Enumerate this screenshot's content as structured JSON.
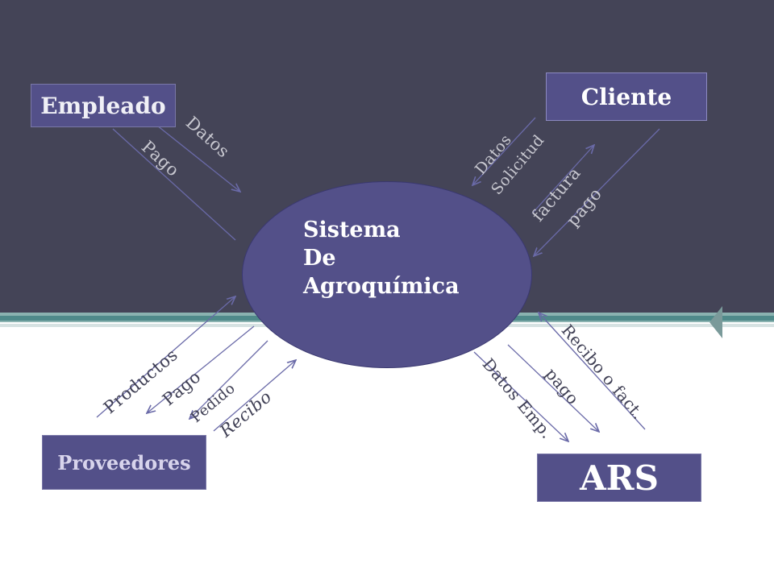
{
  "entities": {
    "empleado": "Empleado",
    "cliente": "Cliente",
    "proveedores": "Proveedores",
    "ars": "ARS"
  },
  "center": {
    "line1": "Sistema",
    "line2": "De",
    "line3": "Agroquímica"
  },
  "flows": {
    "empleado_datos": "Datos",
    "empleado_pago": "Pago",
    "cliente_datos": "Datos",
    "cliente_solicitud": "Solicitud",
    "cliente_factura": "factura",
    "cliente_pago": "pago",
    "prov_productos": "Productos",
    "prov_pago": "Pago",
    "prov_pedido": "Pedido",
    "prov_recibo": "Recibo",
    "ars_recibo": "Recibo o fact.",
    "ars_pago": "pago",
    "ars_datos": "Datos Emp."
  },
  "colors": {
    "band": "#444457",
    "box_fill": "#535089",
    "arrow": "#6a6aa8"
  }
}
